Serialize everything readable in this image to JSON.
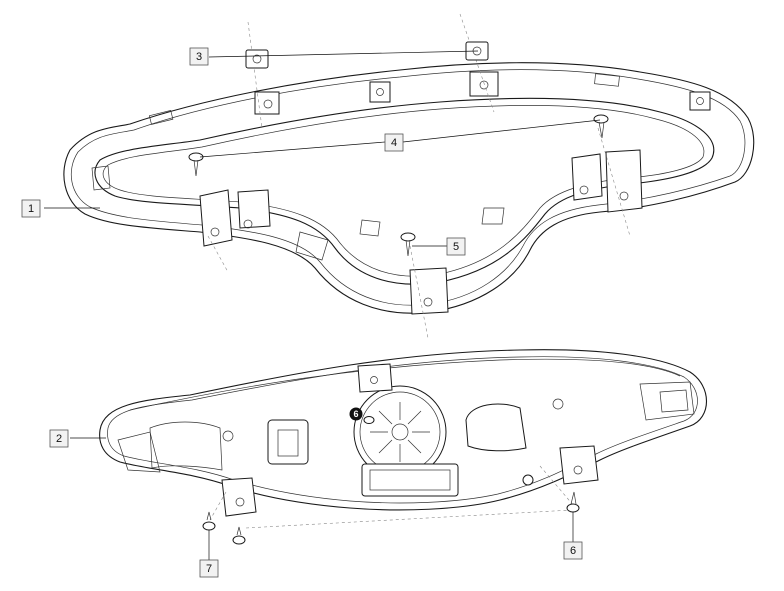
{
  "callouts": [
    {
      "id": "1",
      "label": "1"
    },
    {
      "id": "2",
      "label": "2"
    },
    {
      "id": "3",
      "label": "3"
    },
    {
      "id": "4",
      "label": "4"
    },
    {
      "id": "5",
      "label": "5"
    },
    {
      "id": "6",
      "label": "6"
    },
    {
      "id": "7",
      "label": "7"
    }
  ],
  "inline_marker": {
    "label": "6"
  }
}
